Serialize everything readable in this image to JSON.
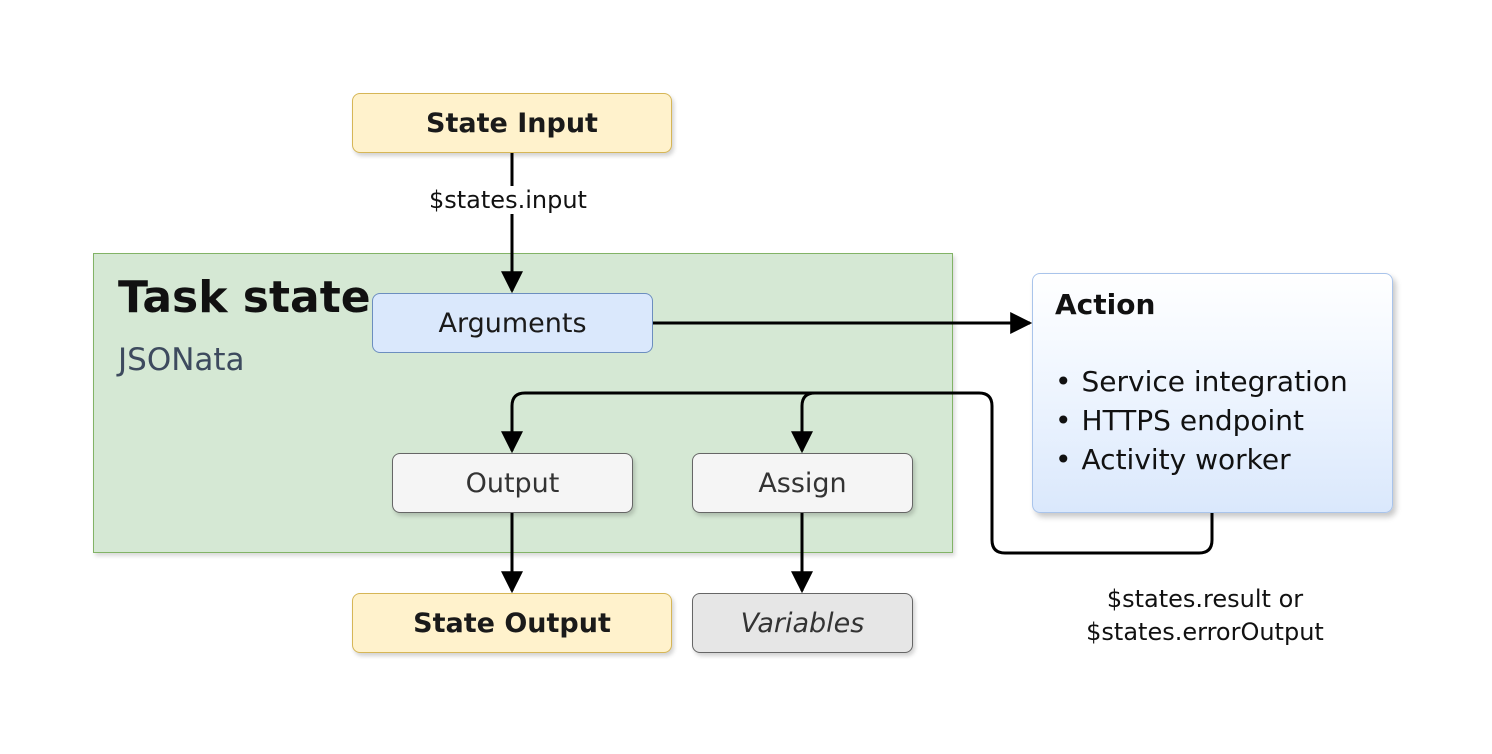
{
  "nodes": {
    "state_input": "State Input",
    "task_state_title": "Task state",
    "task_state_subtitle": "JSONata",
    "arguments": "Arguments",
    "output": "Output",
    "assign": "Assign",
    "state_output": "State Output",
    "variables": "Variables"
  },
  "action": {
    "title": "Action",
    "items": [
      {
        "label": "Service integration"
      },
      {
        "label": "HTTPS endpoint"
      },
      {
        "label": "Activity worker"
      }
    ]
  },
  "edge_labels": {
    "input": "$states.input",
    "result_line1": "$states.result or",
    "result_line2": "$states.errorOutput"
  },
  "colors": {
    "yellow_fill": "#fff2cc",
    "green_fill": "#d5e8d4",
    "blue_fill": "#dae8fc",
    "gray_fill": "#f5f5f5"
  }
}
